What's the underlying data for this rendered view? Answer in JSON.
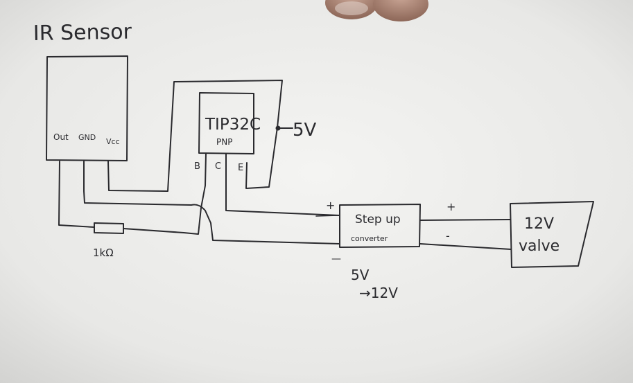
{
  "colors": {
    "paper": "#ececea",
    "ink": "#2a2a2e",
    "finger": "#a9877a"
  },
  "labels": {
    "sensor_title": "IR Sensor",
    "pin_out": "Out",
    "pin_gnd": "GND",
    "pin_vcc": "Vcc",
    "transistor_name": "TIP32C",
    "transistor_type": "PNP",
    "pin_b": "B",
    "pin_c": "C",
    "pin_e": "E",
    "supply": "5V",
    "resistor": "1kΩ",
    "converter_line1": "Step up",
    "converter_line2": "converter",
    "in_plus": "+",
    "in_minus": "—",
    "out_plus": "+",
    "out_minus": "-",
    "conv_in": "5V",
    "conv_out": "→12V",
    "valve_line1": "12V",
    "valve_line2": "valve"
  }
}
